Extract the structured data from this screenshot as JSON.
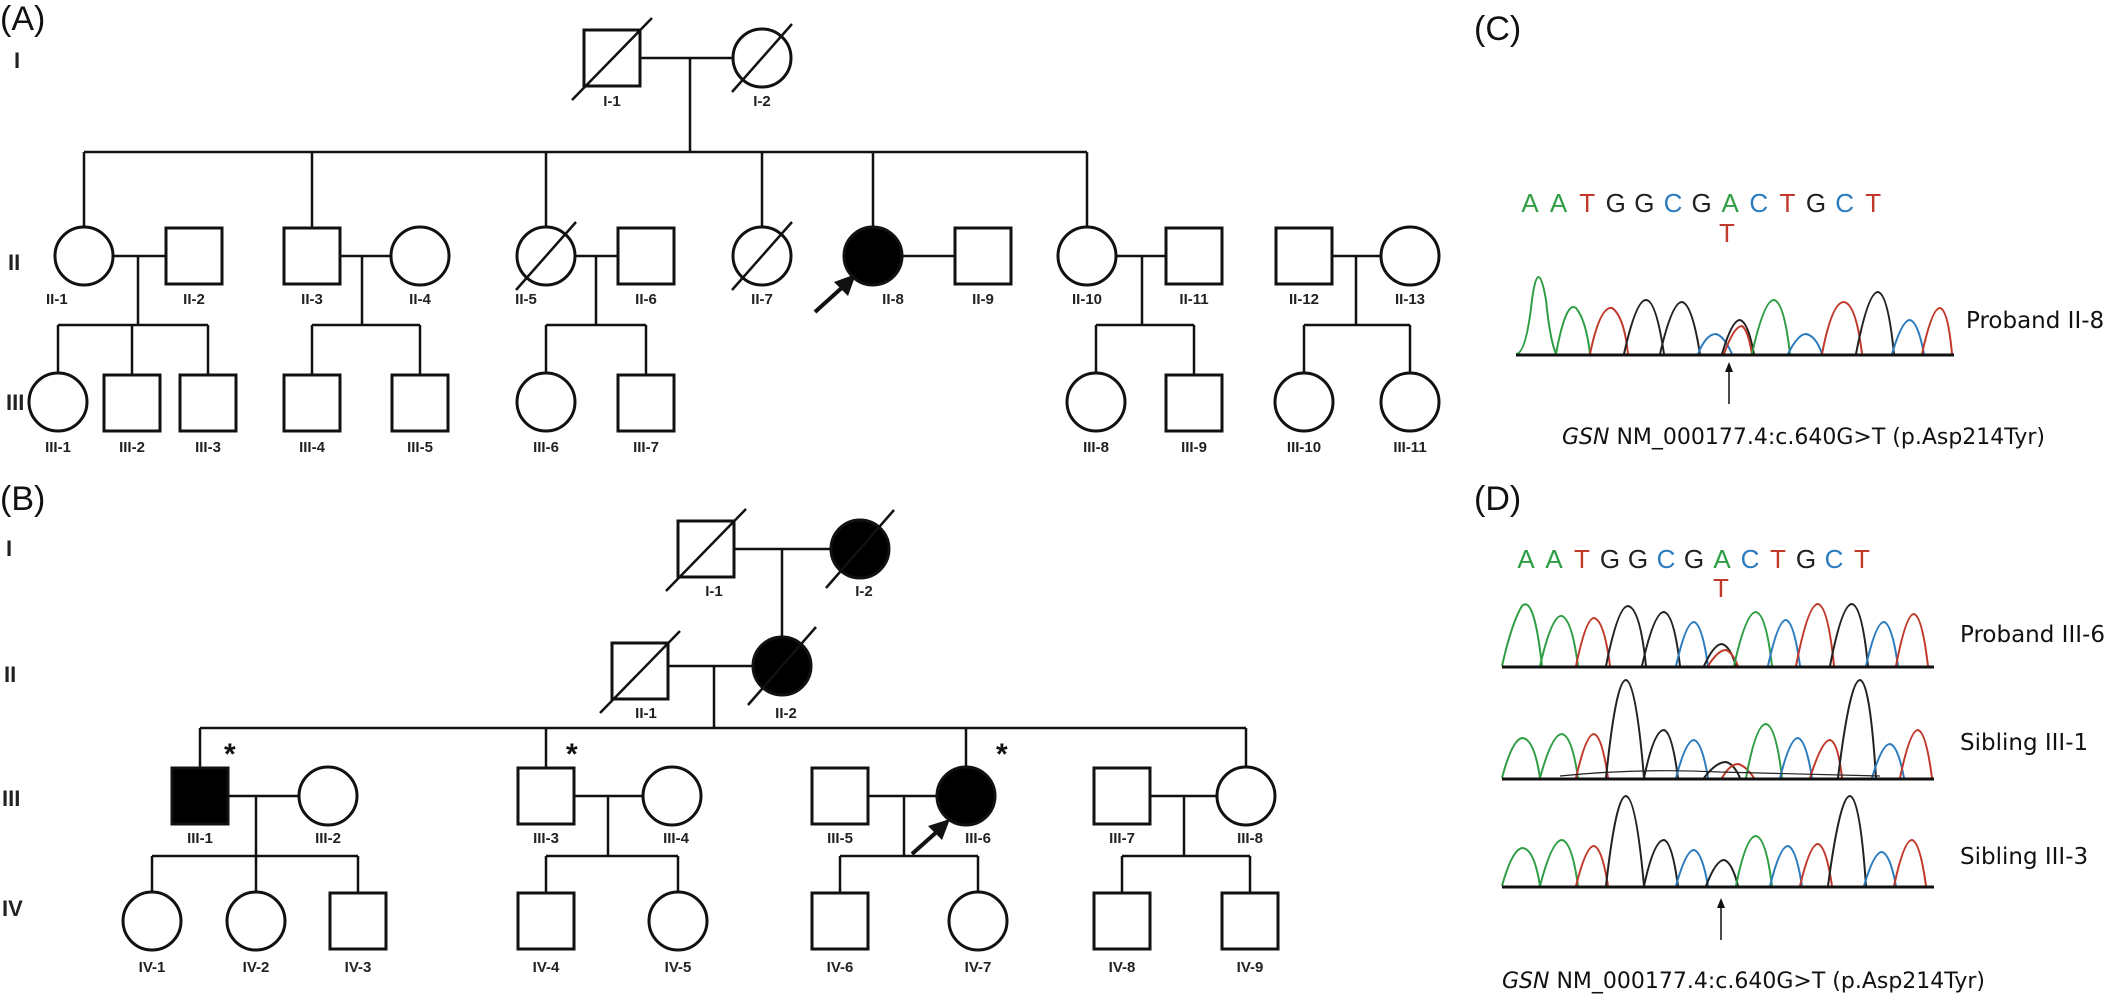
{
  "panels": {
    "a": "(A)",
    "b": "(B)",
    "c": "(C)",
    "d": "(D)"
  },
  "generations": {
    "a": [
      "I",
      "II",
      "III"
    ],
    "b": [
      "I",
      "II",
      "III",
      "IV"
    ]
  },
  "pedigree_a": {
    "gen1": [
      "I-1",
      "I-2"
    ],
    "gen2": [
      "II-1",
      "II-2",
      "II-3",
      "II-4",
      "II-5",
      "II-6",
      "II-7",
      "II-8",
      "II-9",
      "II-10",
      "II-11",
      "II-12",
      "II-13"
    ],
    "gen3": [
      "III-1",
      "III-2",
      "III-3",
      "III-4",
      "III-5",
      "III-6",
      "III-7",
      "III-8",
      "III-9",
      "III-10",
      "III-11"
    ],
    "proband": "II-8",
    "affected": [
      "II-8"
    ],
    "deceased": [
      "I-1",
      "I-2",
      "II-5",
      "II-7"
    ]
  },
  "pedigree_b": {
    "gen1": [
      "I-1",
      "I-2"
    ],
    "gen2": [
      "II-1",
      "II-2"
    ],
    "gen3": [
      "III-1",
      "III-2",
      "III-3",
      "III-4",
      "III-5",
      "III-6",
      "III-7",
      "III-8"
    ],
    "gen4": [
      "IV-1",
      "IV-2",
      "IV-3",
      "IV-4",
      "IV-5",
      "IV-6",
      "IV-7",
      "IV-8",
      "IV-9"
    ],
    "proband": "III-6",
    "affected": [
      "I-2",
      "II-2",
      "III-1",
      "III-6"
    ],
    "deceased": [
      "I-1",
      "I-2",
      "II-1",
      "II-2"
    ],
    "star": "*"
  },
  "sequencing": {
    "bases": [
      "A",
      "A",
      "T",
      "G",
      "G",
      "C",
      "G",
      "A",
      "C",
      "T",
      "G",
      "C",
      "T"
    ],
    "alt_base": "T",
    "base_colors": {
      "A": "#2e9e44",
      "T": "#c0392b",
      "G": "#222222",
      "C": "#2b7bbf"
    },
    "c_label": "Proband II-8",
    "d_labels": [
      "Proband III-6",
      "Sibling III-1",
      "Sibling III-3"
    ],
    "gene": "GSN",
    "mutation": " NM_000177.4:c.640G>T  (p.Asp214Tyr)"
  }
}
